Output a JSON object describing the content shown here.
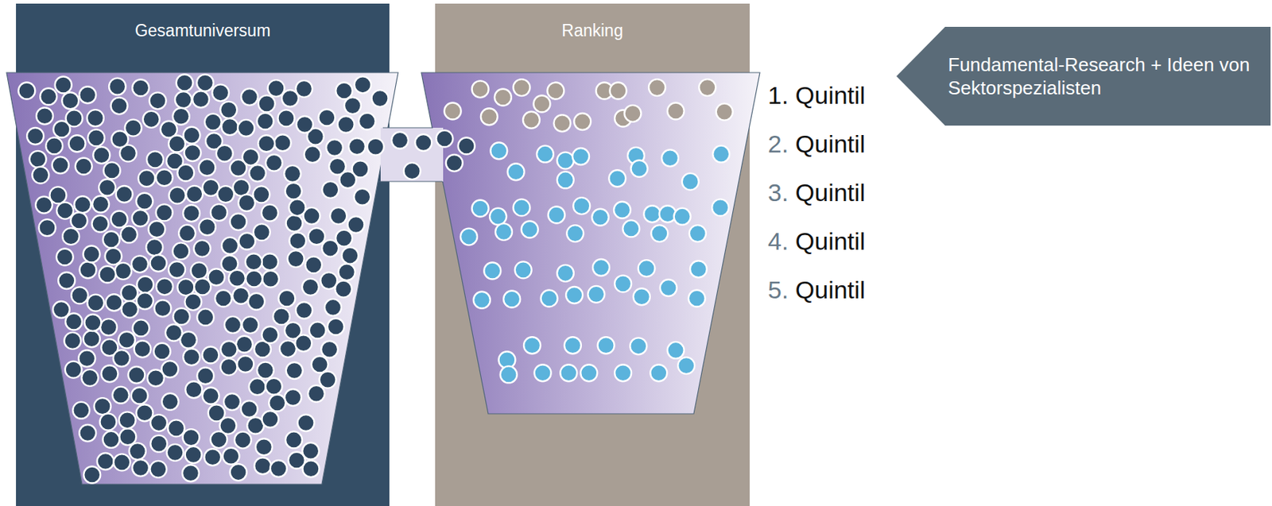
{
  "diagram": {
    "nodes": [
      {
        "text": [
          "Gesamtuniversum"
        ]
      },
      {
        "text": [
          "Ranking"
        ]
      },
      {
        "text": [
          "Fundamental-Research + Ideen von Sektorspezialisten"
        ]
      }
    ],
    "edges": [
      {
        "from": 0,
        "to": 1,
        "arrow": "none"
      }
    ],
    "labels": [
      "1. Quintil",
      "2. Quintil",
      "3. Quintil",
      "4. Quintil",
      "5. Quintil"
    ]
  }
}
